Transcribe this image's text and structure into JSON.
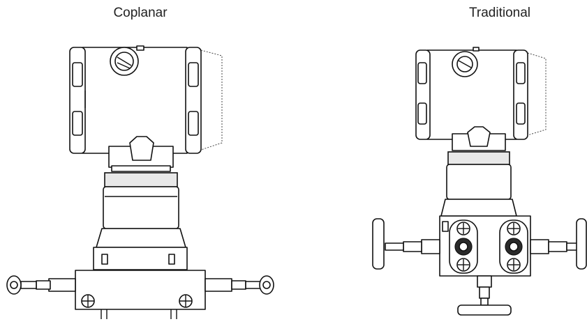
{
  "diagram": {
    "panels": [
      {
        "id": "coplanar",
        "title": "Coplanar"
      },
      {
        "id": "traditional",
        "title": "Traditional"
      }
    ]
  }
}
